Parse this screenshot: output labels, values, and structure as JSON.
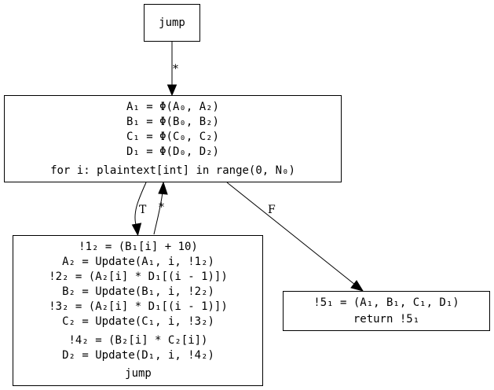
{
  "nodes": {
    "entry": {
      "lines": [
        "jump"
      ]
    },
    "loop_header": {
      "lines": [
        "A₁ = Φ(A₀, A₂)",
        "B₁ = Φ(B₀, B₂)",
        "C₁ = Φ(C₀, C₂)",
        "D₁ = Φ(D₀, D₂)",
        "for i: plaintext[int] in range(0, N₀)"
      ]
    },
    "loop_body": {
      "lines": [
        "!1₂ = (B₁[i] + 10)",
        "A₂ = Update(A₁, i, !1₂)",
        "!2₂ = (A₂[i] * D₁[(i - 1)])",
        "B₂ = Update(B₁, i, !2₂)",
        "!3₂ = (A₂[i] * D₁[(i - 1)])",
        "C₂ = Update(C₁, i, !3₂)",
        "!4₂ = (B₂[i] * C₂[i])",
        "D₂ = Update(D₁, i, !4₂)",
        "jump"
      ]
    },
    "exit": {
      "lines": [
        "!5₁ = (A₁, B₁, C₁, D₁)",
        "return !5₁"
      ]
    }
  },
  "edges": {
    "entry_to_header": {
      "label": "*"
    },
    "header_to_body": {
      "label": "T"
    },
    "body_to_header": {
      "label": "*"
    },
    "header_to_exit": {
      "label": "F"
    }
  }
}
